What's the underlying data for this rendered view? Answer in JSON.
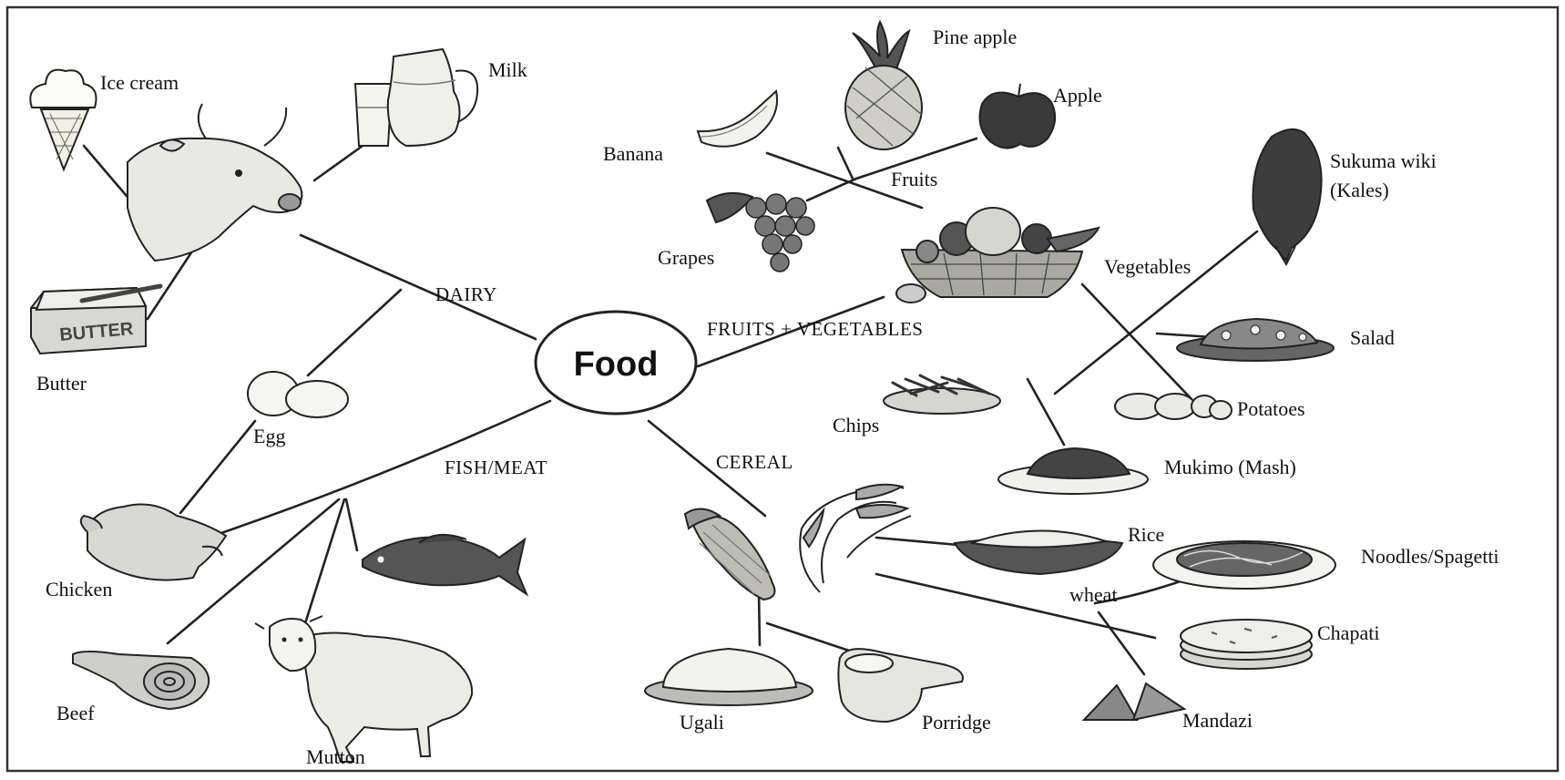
{
  "center": "Food",
  "categories": {
    "dairy": "DAIRY",
    "fruits_veg": "FRUITS + VEGETABLES",
    "fish_meat": "FISH/MEAT",
    "cereal": "CEREAL"
  },
  "subgroups": {
    "fruits": "Fruits",
    "vegetables": "Vegetables",
    "wheat": "wheat"
  },
  "items": {
    "ice_cream": "Ice cream",
    "milk": "Milk",
    "butter": "Butter",
    "butter_pack": "BUTTER",
    "egg": "Egg",
    "chicken": "Chicken",
    "beef": "Beef",
    "mutton": "Mutton",
    "pineapple": "Pine apple",
    "apple": "Apple",
    "banana": "Banana",
    "grapes": "Grapes",
    "kales_1": "Sukuma wiki",
    "kales_2": "(Kales)",
    "salad": "Salad",
    "potatoes": "Potatoes",
    "chips": "Chips",
    "mukimo": "Mukimo (Mash)",
    "rice": "Rice",
    "noodles": "Noodles/Spagetti",
    "chapati": "Chapati",
    "mandazi": "Mandazi",
    "ugali": "Ugali",
    "porridge": "Porridge"
  }
}
